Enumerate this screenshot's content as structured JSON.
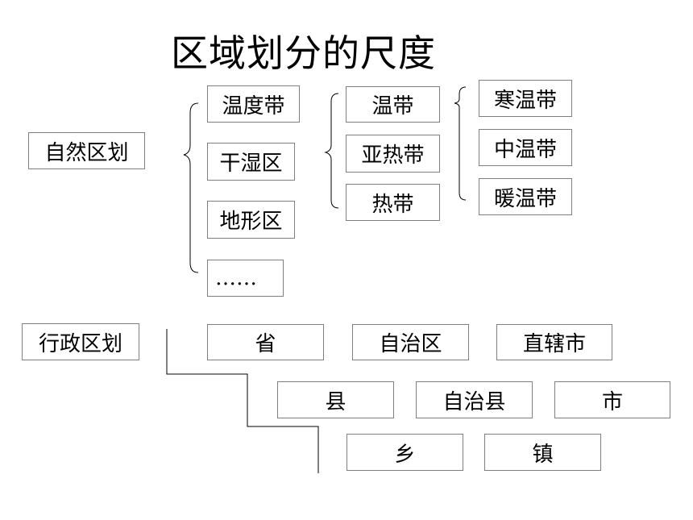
{
  "title": "区域划分的尺度",
  "natural": {
    "label": "自然区划",
    "level1": [
      "温度带",
      "干湿区",
      "地形区",
      "……"
    ],
    "level2": [
      "温带",
      "亚热带",
      "热带"
    ],
    "level3": [
      "寒温带",
      "中温带",
      "暖温带"
    ]
  },
  "administrative": {
    "label": "行政区划",
    "row1": [
      "省",
      "自治区",
      "直辖市"
    ],
    "row2": [
      "县",
      "自治县",
      "市"
    ],
    "row3": [
      "乡",
      "镇"
    ]
  }
}
